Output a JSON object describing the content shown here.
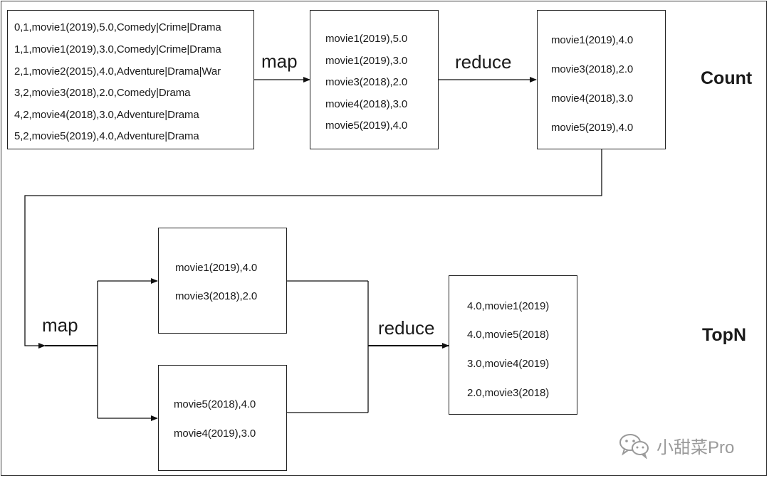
{
  "count_section": {
    "heading": "Count",
    "input_lines": [
      "0,1,movie1(2019),5.0,Comedy|Crime|Drama",
      "1,1,movie1(2019),3.0,Comedy|Crime|Drama",
      "2,1,movie2(2015),4.0,Adventure|Drama|War",
      "3,2,movie3(2018),2.0,Comedy|Drama",
      "4,2,movie4(2018),3.0,Adventure|Drama",
      "5,2,movie5(2019),4.0,Adventure|Drama"
    ],
    "map_label": "map",
    "map_output_lines": [
      "movie1(2019),5.0",
      "movie1(2019),3.0",
      "movie3(2018),2.0",
      "movie4(2018),3.0",
      "movie5(2019),4.0"
    ],
    "reduce_label": "reduce",
    "reduce_output_lines": [
      "movie1(2019),4.0",
      "movie3(2018),2.0",
      "movie4(2018),3.0",
      "movie5(2019),4.0"
    ]
  },
  "topn_section": {
    "heading": "TopN",
    "map_label": "map",
    "map_output_upper_lines": [
      "movie1(2019),4.0",
      "movie3(2018),2.0"
    ],
    "map_output_lower_lines": [
      "movie5(2018),4.0",
      "movie4(2019),3.0"
    ],
    "reduce_label": "reduce",
    "reduce_output_lines": [
      "4.0,movie1(2019)",
      "4.0,movie5(2018)",
      "3.0,movie4(2019)",
      "2.0,movie3(2018)"
    ]
  },
  "watermark": {
    "text": "小甜菜Pro",
    "icon": "wechat-icon"
  }
}
